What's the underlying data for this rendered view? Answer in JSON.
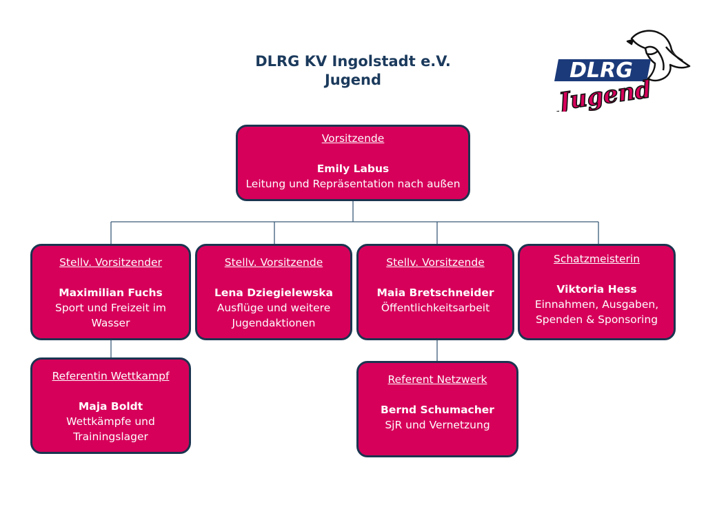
{
  "title": {
    "line1": "DLRG KV Ingolstadt e.V.",
    "line2": "Jugend"
  },
  "logo": {
    "top_text": "DLRG",
    "bottom_text": "Jugend"
  },
  "colors": {
    "box_fill": "#d6005a",
    "box_border": "#1b3550",
    "title": "#1b3a5c",
    "lines": "#3a5a78"
  },
  "chair": {
    "role": "Vorsitzende",
    "name": "Emily Labus",
    "desc": "Leitung und Repräsentation nach außen"
  },
  "deputies": [
    {
      "role": "Stellv. Vorsitzender",
      "name": "Maximilian Fuchs",
      "desc1": "Sport und Freizeit im",
      "desc2": "Wasser"
    },
    {
      "role": "Stellv. Vorsitzende",
      "name": "Lena Dziegielewska",
      "desc1": "Ausflüge und weitere",
      "desc2": "Jugendaktionen"
    },
    {
      "role": "Stellv. Vorsitzende",
      "name": "Maia Bretschneider",
      "desc1": "Öffentlichkeitsarbeit",
      "desc2": ""
    },
    {
      "role": "Schatzmeisterin",
      "name": "Viktoria Hess",
      "desc1": "Einnahmen, Ausgaben,",
      "desc2": "Spenden & Sponsoring"
    }
  ],
  "referents": [
    {
      "role": "Referentin Wettkampf",
      "name": "Maja Boldt",
      "desc1": "Wettkämpfe und",
      "desc2": "Trainingslager"
    },
    {
      "role": "Referent Netzwerk",
      "name": "Bernd Schumacher",
      "desc1": "SjR und Vernetzung",
      "desc2": ""
    }
  ]
}
